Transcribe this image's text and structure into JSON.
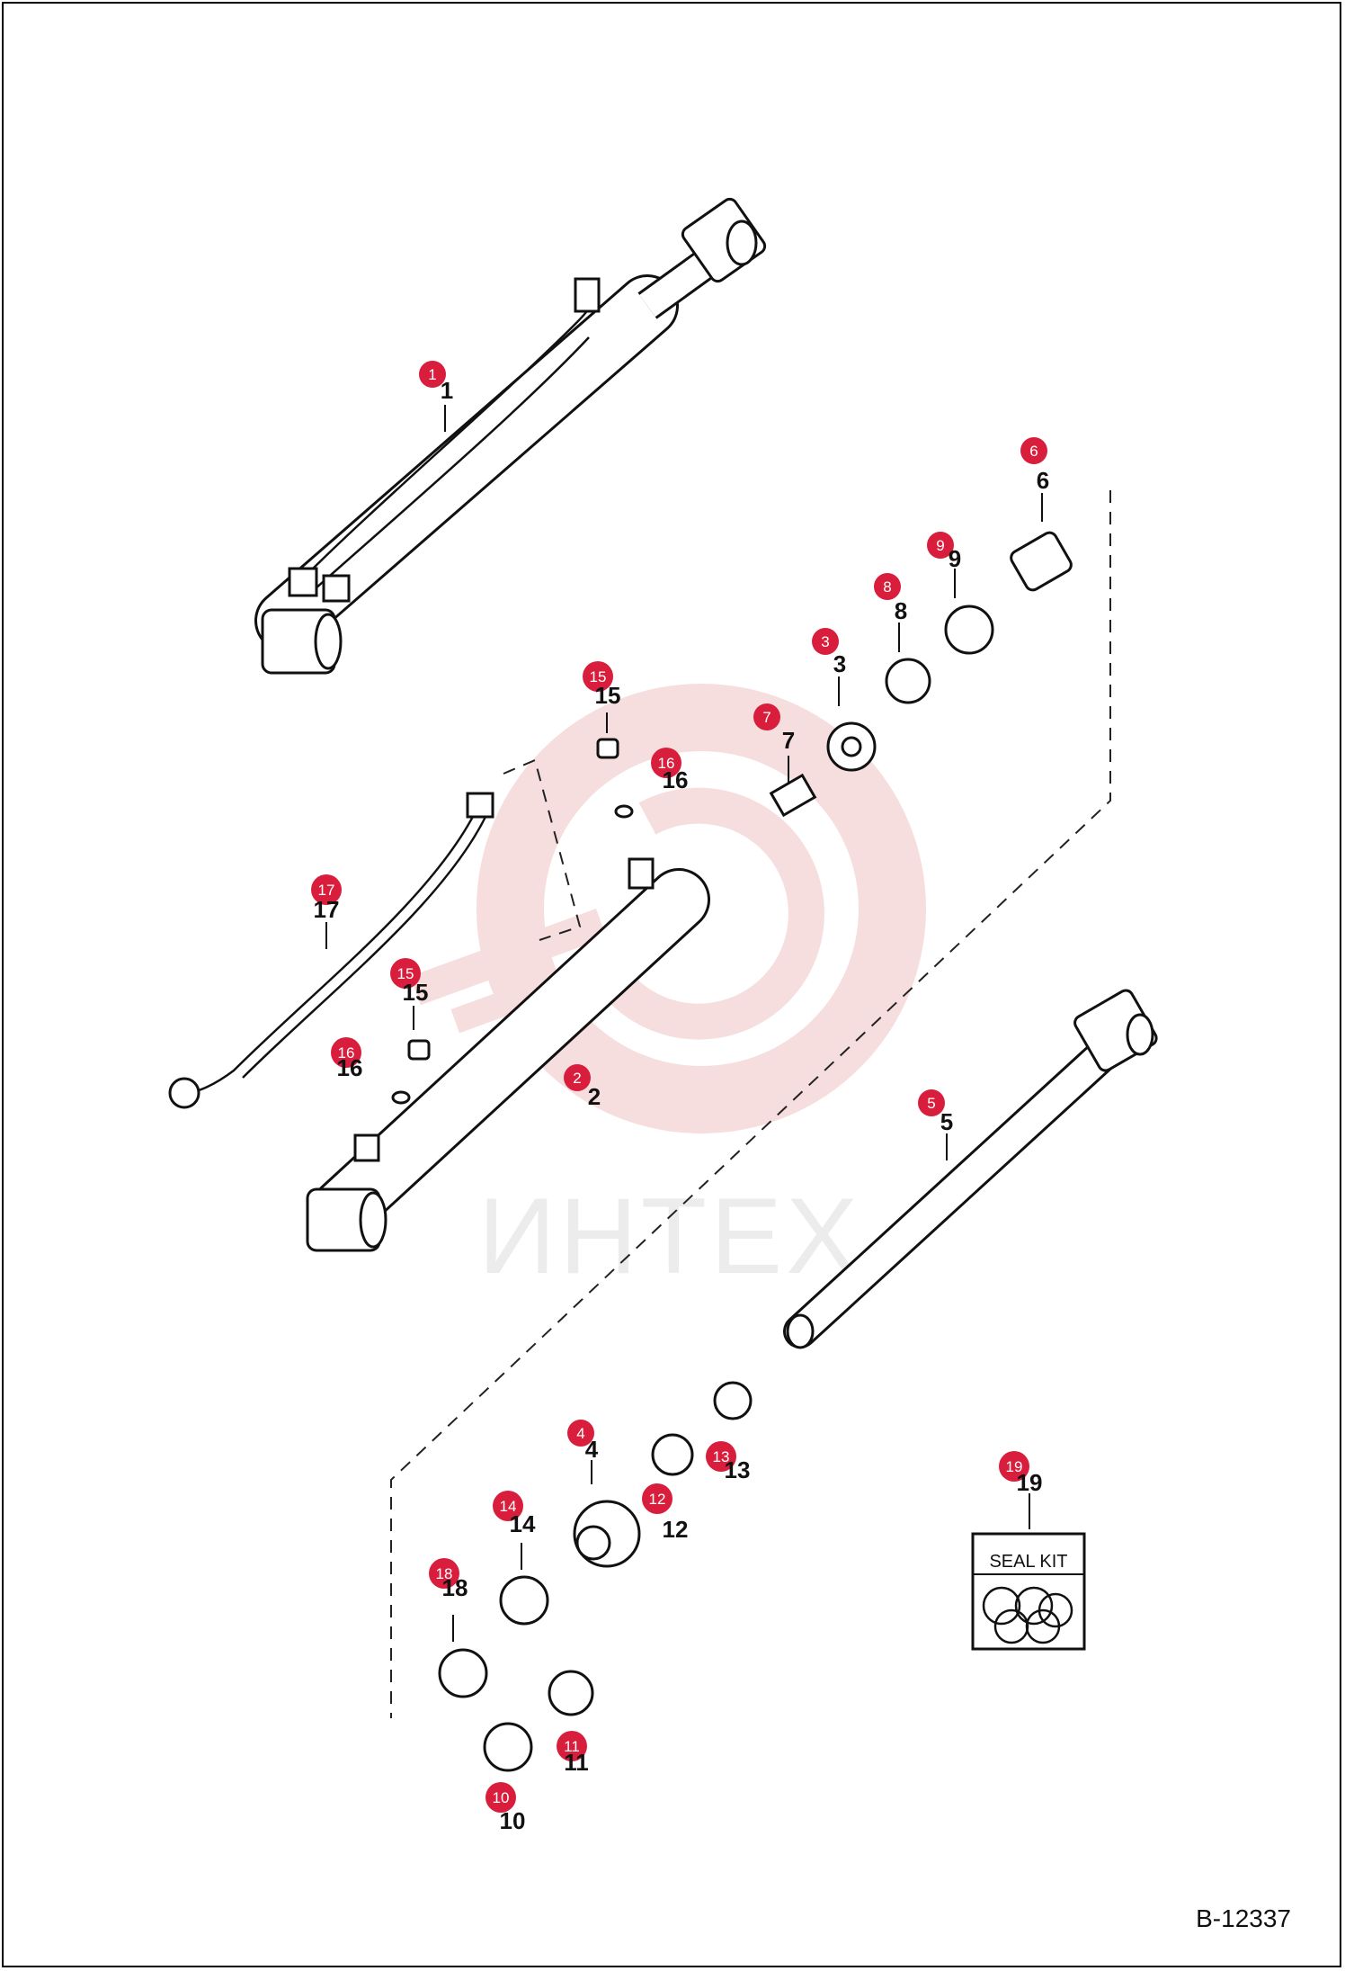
{
  "drawing_number": "B-12337",
  "watermark": {
    "text": "ИНТЕХ",
    "color": "#f0c3c3"
  },
  "badge_color": "#d81e3c",
  "seal_kit": {
    "label": "SEAL KIT"
  },
  "callouts": [
    {
      "id": "1",
      "label": "1"
    },
    {
      "id": "2",
      "label": "2"
    },
    {
      "id": "3",
      "label": "3"
    },
    {
      "id": "4",
      "label": "4"
    },
    {
      "id": "5",
      "label": "5"
    },
    {
      "id": "6",
      "label": "6"
    },
    {
      "id": "7",
      "label": "7"
    },
    {
      "id": "8",
      "label": "8"
    },
    {
      "id": "9",
      "label": "9"
    },
    {
      "id": "10",
      "label": "10"
    },
    {
      "id": "11",
      "label": "11"
    },
    {
      "id": "12",
      "label": "12"
    },
    {
      "id": "13",
      "label": "13"
    },
    {
      "id": "14",
      "label": "14"
    },
    {
      "id": "15a",
      "label": "15"
    },
    {
      "id": "15b",
      "label": "15"
    },
    {
      "id": "16a",
      "label": "16"
    },
    {
      "id": "16b",
      "label": "16"
    },
    {
      "id": "17",
      "label": "17"
    },
    {
      "id": "18",
      "label": "18"
    },
    {
      "id": "19",
      "label": "19"
    }
  ]
}
